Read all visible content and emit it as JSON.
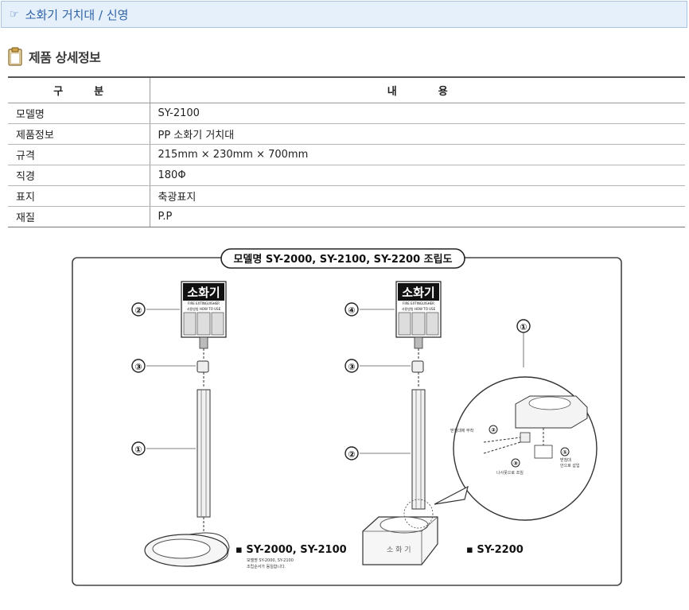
{
  "header": {
    "title": "소화기 거치대 / 신영",
    "icon": "pointing-hand-icon"
  },
  "section": {
    "title": "제품 상세정보",
    "icon": "clipboard-icon"
  },
  "table": {
    "headers": [
      "구　　　분",
      "내　　　　용"
    ],
    "rows": [
      {
        "key": "모델명",
        "value": "SY-2100"
      },
      {
        "key": "제품정보",
        "value": "PP 소화기 거치대"
      },
      {
        "key": "규격",
        "value": "215mm × 230mm × 700mm"
      },
      {
        "key": "직경",
        "value": "180Φ"
      },
      {
        "key": "표지",
        "value": "축광표지"
      },
      {
        "key": "재질",
        "value": "P.P"
      }
    ]
  },
  "diagram": {
    "title": "모델명 SY-2000, SY-2100, SY-2200 조립도",
    "sign_text": "소화기",
    "sign_subtext": "FIRE EXTINGUISHER",
    "sign_usage": "사용방법 HOW TO USE",
    "left_model": "SY-2000, SY-2100",
    "left_note_1": "모델명 SY-2000, SY-2100",
    "left_note_2": "조립순서가 동일합니다.",
    "right_model": "SY-2200",
    "detail_label_a": "받침대에 부착",
    "detail_label_b": "나사못으로 조임",
    "detail_label_c1": "받침대",
    "detail_label_c2": "안으로 삽입",
    "markers": {
      "left": [
        "②",
        "③",
        "①"
      ],
      "right": [
        "④",
        "③",
        "②"
      ],
      "detail": [
        "①",
        "②",
        "③",
        "①"
      ]
    }
  }
}
